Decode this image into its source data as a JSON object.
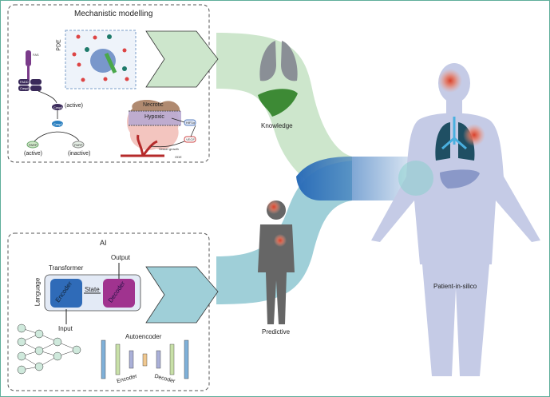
{
  "mechanistic": {
    "title": "Mechanistic modelling",
    "pde_label": "PDE",
    "ode_label": "ODE",
    "pathway": {
      "receptor": "FAS",
      "adaptor": "FADD",
      "casp8": "Casp8",
      "casp3": "Casp3",
      "parp": "PARP",
      "active": "(active)",
      "inactive": "(inactive)"
    },
    "tumour": {
      "necrotic": "Necrotic",
      "hypoxic": "Hypoxic",
      "hif": "HIF1α",
      "vegf": "VEGF",
      "vessel": "Vessel growth"
    }
  },
  "ai": {
    "title": "AI",
    "transformer": "Transformer",
    "language": "Language",
    "encoder": "Encoder",
    "decoder": "Decoder",
    "state": "State",
    "input": "Input",
    "output": "Output",
    "autoencoder": "Autoencoder",
    "ae_encoder": "Encoder",
    "ae_decoder": "Decoder"
  },
  "knowledge_label": "Knowledge",
  "predictive_label": "Predictive",
  "patient_label": "Patient-in-silico",
  "colors": {
    "frame": "#5fae9a",
    "knowledge_flow": "#cde6cc",
    "ai_flow": "#9fcfd8",
    "patient_flow": "#2a6cb8",
    "body": "#c5cbe6",
    "encoder": "#2f6bb8",
    "decoder": "#a0338f"
  }
}
